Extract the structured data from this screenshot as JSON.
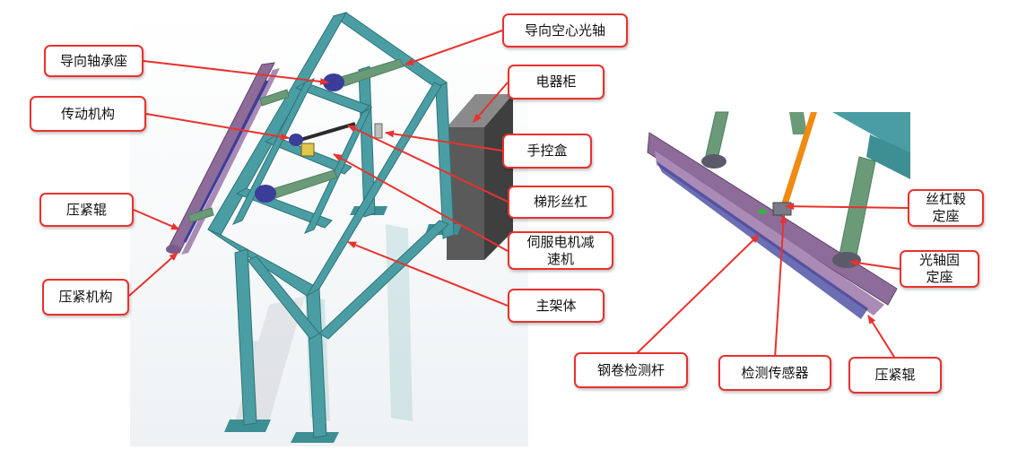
{
  "colors": {
    "frame": "#4a9ea3",
    "frame_dark": "#2f7378",
    "purple": "#8e6c9a",
    "shaft": "#6b9a78",
    "cabinet": "#5a5a5a",
    "bearing": "#3b3d9a",
    "leader": "#e8322e",
    "rod": "#f08a12"
  },
  "left_figure": {
    "labels": {
      "guide_bearing_seat": "导向轴承座",
      "transmission": "传动机构",
      "pressing_roller": "压紧辊",
      "pressing_mechanism": "压紧机构",
      "guide_hollow_shaft": "导向空心光轴",
      "electrical_cabinet": "电器柜",
      "hand_control_box": "手控盒",
      "trapezoid_screw": "梯形丝杠",
      "servo_reducer": "伺服电机减\n速机",
      "main_frame": "主架体"
    }
  },
  "right_figure": {
    "labels": {
      "screw_hub_seat": "丝杠毂\n定座",
      "shaft_fixing_seat": "光轴固\n定座",
      "coil_detection_rod": "钢卷检测杆",
      "detection_sensor": "检测传感器",
      "pressing_roller": "压紧辊"
    }
  }
}
